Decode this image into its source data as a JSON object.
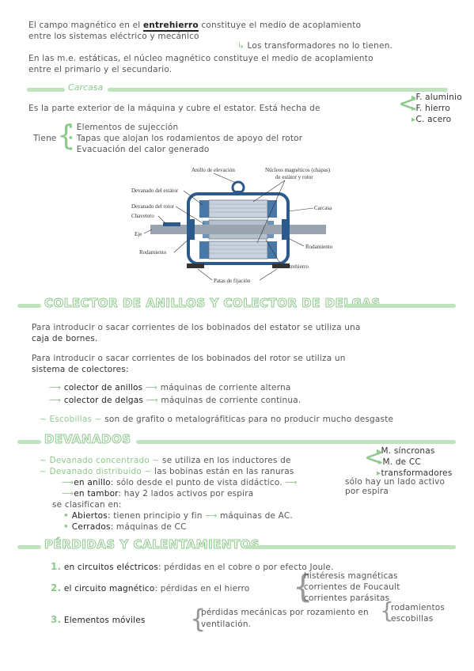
{
  "intro": {
    "l1_a": "El campo magnético en el",
    "l1_b": "entrehierro",
    "l1_c": "constituye el medio de acoplamiento",
    "l2": "entre los sistemas eléctrico y mecánico",
    "l2_note": "Los transformadores no lo tienen.",
    "l3": "En las m.e. estáticas, el núcleo magnético constituye el medio de acoplamiento",
    "l4": "entre el primario y el secundario."
  },
  "carcasa": {
    "title": "Carcasa",
    "desc": "Es la parte exterior de la máquina y cubre el estator. Está hecha de",
    "materials": [
      "F. aluminio",
      "F. hierro",
      "C. acero"
    ],
    "tiene_label": "Tiene",
    "tiene_items": [
      "Elementos de sujección",
      "Tapas que alojan los rodamientos de apoyo del rotor",
      "Evacuación del calor generado"
    ]
  },
  "figure": {
    "labels": {
      "anillo": "Anillo de elevación",
      "nucleos_1": "Núcleos magnéticos (chapas)",
      "nucleos_2": "de estátor y rotor",
      "dev_estator": "Devanado del estátor",
      "dev_rotor": "Devanado del rotor",
      "chavetero": "Chavetero",
      "eje": "Eje",
      "rodamiento_l": "Rodamiento",
      "carcasa": "Carcasa",
      "rodamiento_r": "Rodamiento",
      "entrehierro": "Entrehierro",
      "patas": "Patas de fijación"
    }
  },
  "colector": {
    "title": "COLECTOR DE ANILLOS Y COLECTOR DE DELGAS",
    "p1_1": "Para introducir o sacar corrientes de los bobinados del estator se utiliza una",
    "p1_2": "caja de bornes.",
    "p2_1": "Para introducir o sacar corrientes de los bobinados del rotor se utiliza un",
    "p2_2": "sistema de colectores:",
    "items": [
      {
        "name": "colector de anillos",
        "use": "máquinas de corriente alterna"
      },
      {
        "name": "colector de delgas",
        "use": "máquinas de corriente continua."
      }
    ],
    "escobillas_label": "Escobillas",
    "escobillas_text": "son de grafito o metalográfiticas para no producir mucho desgaste"
  },
  "devanados": {
    "title": "DEVANADOS",
    "concentrado_label": "Devanado concentrado",
    "concentrado_text": "se utiliza en los inductores de",
    "inductores": [
      "M. síncronas",
      "M. de CC",
      "transformadores"
    ],
    "distribuido_label": "Devanado distribuido",
    "distribuido_text": "las bobinas están en las ranuras",
    "anillo_label": "en anillo",
    "anillo_text": ": sólo desde el punto de vista didáctico.",
    "anillo_note_1": "sólo hay un lado activo",
    "anillo_note_2": "por espira",
    "tambor_label": "en tambor",
    "tambor_text": ": hay 2 lados activos por espira",
    "clasifican": "se clasifican en:",
    "abiertos_label": "Abiertos",
    "abiertos_text": ": tienen principio y fin",
    "abiertos_use": "máquinas de AC.",
    "cerrados_label": "Cerrados",
    "cerrados_text": ": máquinas de CC"
  },
  "perdidas": {
    "title": "PÉRDIDAS Y CALENTAMIENTOS",
    "n1": "1.",
    "i1_label": "en circuitos eléctricos",
    "i1_text": ": pérdidas en el cobre o por efecto Joule.",
    "n2": "2.",
    "i2_label": "el circuito magnético",
    "i2_text": ": pérdidas en el hierro",
    "i2_items": [
      "histéresis magnéticas",
      "corrientes de Foucault",
      "corrientes parásitas"
    ],
    "n3": "3.",
    "i3_label": "Elementos móviles",
    "i3_items": [
      "pérdidas mecánicas por rozamiento en",
      "ventilación."
    ],
    "i3_sub": [
      "rodamientos",
      "escobillas"
    ]
  }
}
